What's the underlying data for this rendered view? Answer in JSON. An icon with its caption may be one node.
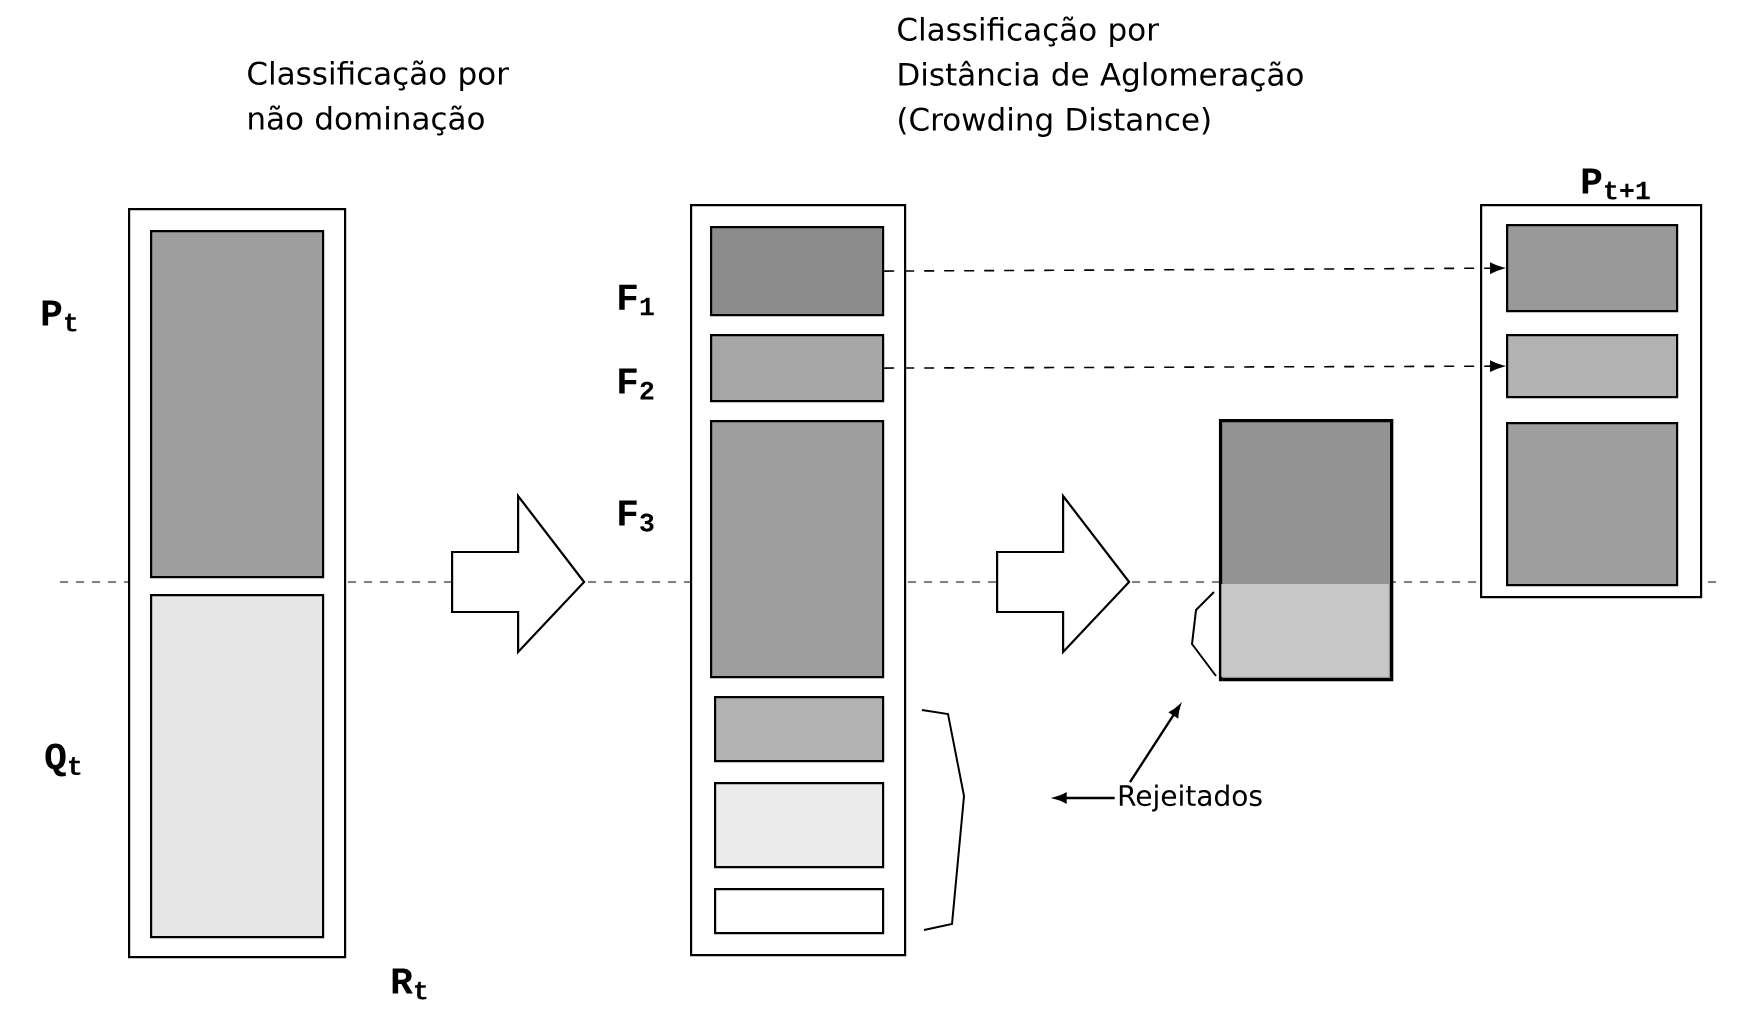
{
  "diagram": {
    "nodes": [
      {
        "text": [],
        "shape": "box",
        "beside": [
          "R$_{t}$"
        ]
      },
      {
        "text": [],
        "shape": "box",
        "in": 0,
        "beside": [
          "P$_{t}$"
        ]
      },
      {
        "text": [],
        "shape": "box",
        "in": 0,
        "beside": [
          "Q$_{t}$"
        ]
      },
      {
        "text": [],
        "shape": "box"
      },
      {
        "text": [],
        "shape": "box",
        "in": 3,
        "beside": [
          "F$_{1}$"
        ]
      },
      {
        "text": [],
        "shape": "box",
        "in": 3,
        "beside": [
          "F$_{2}$"
        ]
      },
      {
        "text": [],
        "shape": "box",
        "in": 3,
        "beside": [
          "F$_{3}$"
        ]
      },
      {
        "text": [],
        "shape": "box",
        "in": 3
      },
      {
        "text": [],
        "shape": "box",
        "in": 3
      },
      {
        "text": [],
        "shape": "box",
        "in": 3
      },
      {
        "text": [],
        "shape": "box"
      },
      {
        "text": [],
        "shape": "box",
        "beside": [
          "P$_{t+1}$"
        ]
      },
      {
        "text": [],
        "shape": "box",
        "in": 11
      },
      {
        "text": [],
        "shape": "box",
        "in": 11
      },
      {
        "text": [],
        "shape": "box",
        "in": 11
      },
      {
        "text": [
          "Rejeitados"
        ]
      }
    ],
    "edges": [
      {
        "from": 0,
        "to": 3,
        "arrow": "to"
      },
      {
        "from": 3,
        "to": 10,
        "arrow": "to"
      },
      {
        "from": 4,
        "to": 12,
        "arrow": "to",
        "style": "dashed"
      },
      {
        "from": 5,
        "to": 13,
        "arrow": "to",
        "style": "dashed"
      },
      {
        "from": 15,
        "to": null,
        "arrow": "to"
      },
      {
        "from": 15,
        "to": null,
        "arrow": "to"
      }
    ],
    "labels": [
      "Classificação por não dominação",
      "Classificação por Distância de Aglomeração (Crowding Distance)"
    ]
  }
}
